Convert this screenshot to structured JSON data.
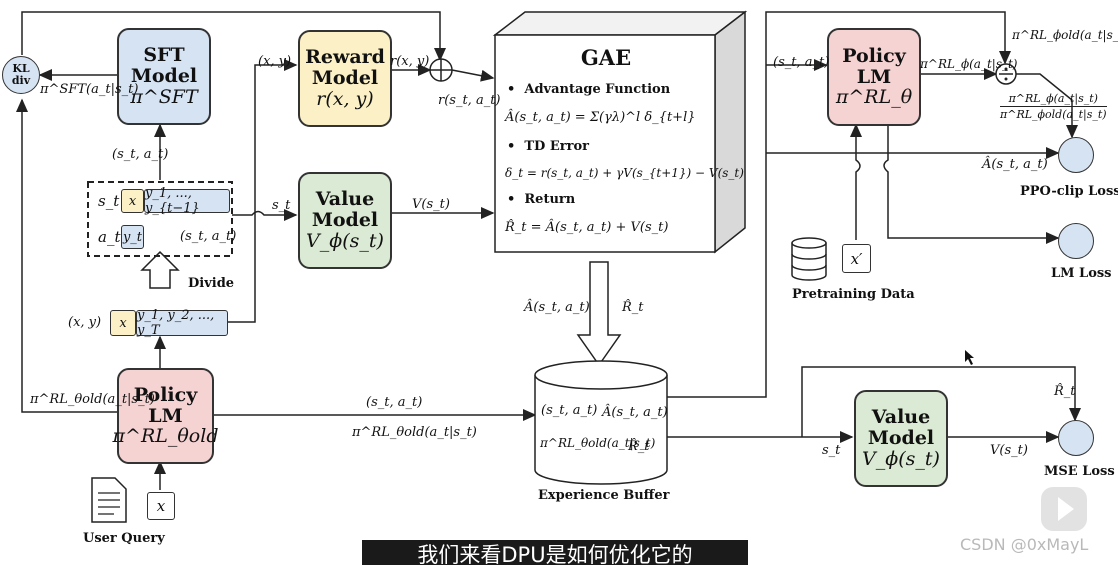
{
  "kl": {
    "line1": "KL",
    "line2": "div"
  },
  "sft": {
    "title_line1": "SFT",
    "title_line2": "Model",
    "symbol": "π^SFT",
    "out": "π^SFT(a_t|s_t)",
    "in": "(s_t, a_t)"
  },
  "reward": {
    "title_line1": "Reward",
    "title_line2": "Model",
    "symbol": "r(x, y)",
    "in": "(x, y)",
    "out": "r(x, y)",
    "sum_out": "r(s_t, a_t)"
  },
  "value_top": {
    "title_line1": "Value",
    "title_line2": "Model",
    "symbol": "V_ϕ(s_t)",
    "in": "s_t",
    "out": "V(s_t)"
  },
  "divide": {
    "s": "s_t",
    "x": "x",
    "ys": "y_1, ..., y_{t−1}",
    "a": "a_t",
    "y": "y_t",
    "pair": "(s_t, a_t)",
    "label": "Divide"
  },
  "rollout": {
    "pair": "(x, y)",
    "x": "x",
    "ys": "y_1, y_2, ..., y_T"
  },
  "policy_old": {
    "title_line1": "Policy",
    "title_line2": "LM",
    "symbol": "π^RL_θold",
    "out": "π^RL_θold(a_t|s_t)"
  },
  "user_query": {
    "label": "User Query",
    "x": "x"
  },
  "gae": {
    "title": "GAE",
    "adv_title": "Advantage Function",
    "adv_eq": "Â(s_t, a_t) = Σ(γλ)^l δ_{t+l}",
    "td_title": "TD Error",
    "td_eq": "δ_t = r(s_t, a_t) + γV(s_{t+1}) − V(s_t)",
    "ret_title": "Return",
    "ret_eq": "R̂_t = Â(s_t, a_t) + V(s_t)",
    "down_left": "Â(s_t, a_t)",
    "down_right": "R̂_t"
  },
  "policy_to_buffer": {
    "top": "(s_t, a_t)",
    "bottom": "π^RL_θold(a_t|s_t)"
  },
  "buffer": {
    "label": "Experience Buffer",
    "c1": "(s_t, a_t)",
    "c2": "Â(s_t, a_t)",
    "c3": "π^RL_θold(a_t|s_t)",
    "c4": "R̂_t"
  },
  "policy_new": {
    "title_line1": "Policy",
    "title_line2": "LM",
    "symbol": "π^RL_θ",
    "in": "(s_t, a_t)",
    "out": "π^RL_ϕ(a_t|s_t)"
  },
  "ratio": {
    "top_in": "π^RL_ϕold(a_t|s_t)",
    "num": "π^RL_ϕ(a_t|s_t)",
    "den": "π^RL_ϕold(a_t|s_t)",
    "adv": "Â(s_t, a_t)"
  },
  "losses": {
    "ppo": "PPO-clip Loss",
    "lm": "LM Loss",
    "mse": "MSE Loss"
  },
  "pretrain": {
    "label": "Pretraining Data",
    "x": "x′"
  },
  "value_bottom": {
    "title_line1": "Value",
    "title_line2": "Model",
    "symbol": "V_ϕ(s_t)",
    "in": "s_t",
    "out": "V(s_t)",
    "target": "R̂_t"
  },
  "subtitle": "我们来看DPU是如何优化它的",
  "watermark": "CSDN @0xMayL"
}
